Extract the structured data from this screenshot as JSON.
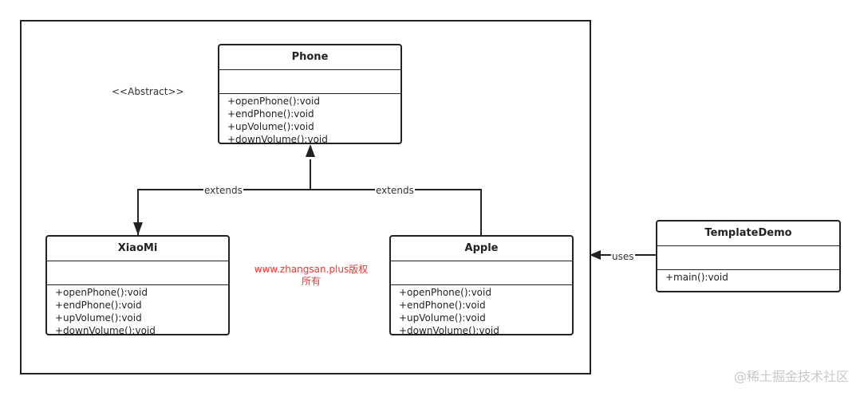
{
  "diagram": {
    "stereotype": "<<Abstract>>",
    "classes": {
      "phone": {
        "name": "Phone",
        "operations": [
          "+openPhone():void",
          "+endPhone():void",
          "+upVolume():void",
          "+downVolume():void"
        ]
      },
      "xiaomi": {
        "name": "XiaoMi",
        "operations": [
          "+openPhone():void",
          "+endPhone():void",
          "+upVolume():void",
          "+downVolume():void"
        ]
      },
      "apple": {
        "name": "Apple",
        "operations": [
          "+openPhone():void",
          "+endPhone():void",
          "+upVolume():void",
          "+downVolume():void"
        ]
      },
      "template_demo": {
        "name": "TemplateDemo",
        "operations": [
          "+main():void"
        ]
      }
    },
    "relations": {
      "xiaomi_phone": "extends",
      "apple_phone": "extends",
      "template_uses": "uses"
    },
    "watermark_lines": [
      "www.zhangsan.plus版权",
      "所有"
    ]
  },
  "footer": {
    "site_mark": "@稀土掘金技术社区"
  }
}
